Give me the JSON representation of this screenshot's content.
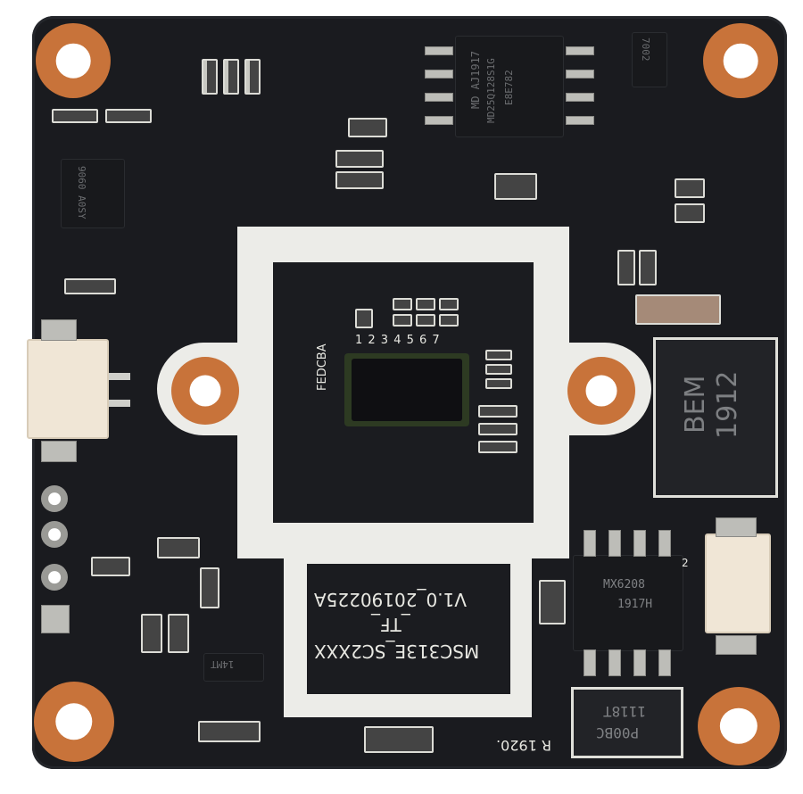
{
  "board": {
    "flash_chip_lines": [
      "MD AJ1917",
      "MD25Q128S1G",
      "E8E782"
    ],
    "mosfet_chip_text": "7002",
    "left_chip_text": "9060 A0SY",
    "sensor_row_numbers": "1 2 3 4 5 6 7",
    "sensor_col_letters": "FEDCBA",
    "inductor_lines": [
      "BEM",
      "1912"
    ],
    "version_line": "V1.0_20190225A",
    "tf_line": "_TF_",
    "model_line": "MSC313E_SC2XXX",
    "power_chip_lines": [
      "MX6208",
      "1917H"
    ],
    "bottom_diode_lines": [
      "1118T",
      "P00BC"
    ],
    "rev_text": "R 1920.",
    "small_chip_text": "14MT",
    "conn_pin_label": "2"
  },
  "colors": {
    "pcb": "#1a1b1f",
    "silkscreen": "#e7e7e2",
    "copper": "#c8733a",
    "connector": "#f0e6d6"
  }
}
